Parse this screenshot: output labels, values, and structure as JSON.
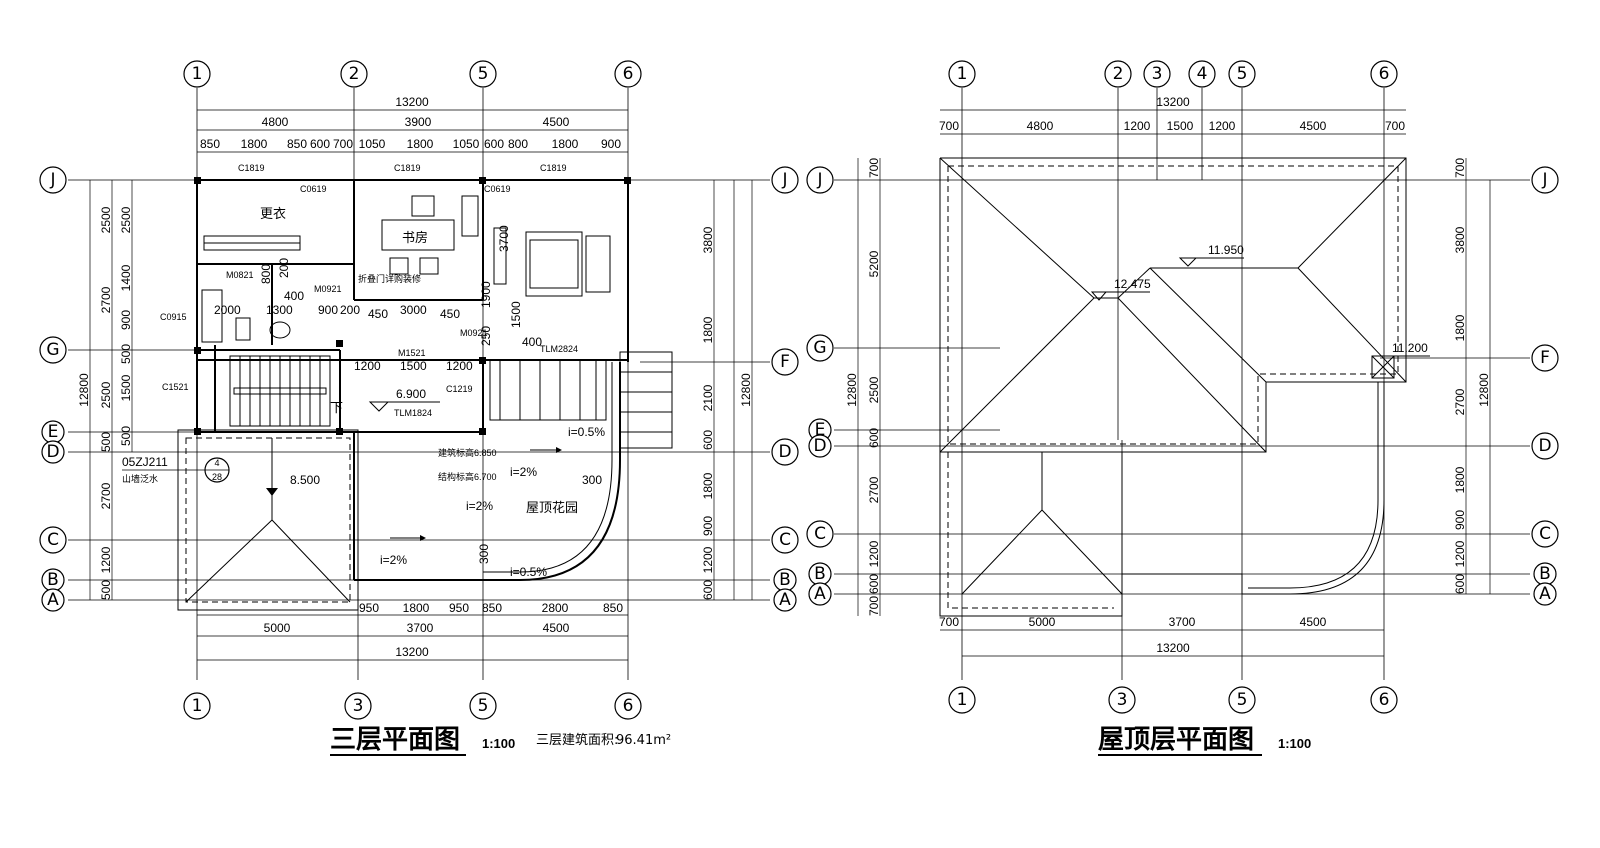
{
  "plans": {
    "third": {
      "title": "三层平面图",
      "scale": "1:100",
      "area_label": "三层建筑面积:",
      "area_value": "96.41m²",
      "grid_top": [
        "1",
        "2",
        "5",
        "6"
      ],
      "grid_bottom": [
        "1",
        "3",
        "5",
        "6"
      ],
      "grid_rows": [
        "J",
        "G",
        "E",
        "D",
        "C",
        "B",
        "A"
      ],
      "right_rows": [
        "J",
        "F",
        "D",
        "C",
        "B",
        "A"
      ],
      "total_width": "13200",
      "total_height": "12800",
      "top_dims_mid": [
        "4800",
        "3900",
        "4500"
      ],
      "top_dims_fine": [
        "850",
        "1800",
        "850",
        "600",
        "700",
        "1050",
        "1800",
        "1050",
        "600",
        "800",
        "1800",
        "900"
      ],
      "bottom_dims_fine": [
        "950",
        "1800",
        "950",
        "850",
        "2800",
        "850"
      ],
      "bottom_dims_mid": [
        "5000",
        "3700",
        "4500"
      ],
      "left_dims_outer": [
        "2500",
        "2700",
        "2500",
        "500",
        "2700",
        "1200",
        "500"
      ],
      "left_dims_inner": [
        "2500",
        "1400",
        "900",
        "500",
        "1500",
        "500"
      ],
      "right_dims_outer": [
        "3800",
        "1800",
        "2100",
        "600",
        "1800",
        "900",
        "1200",
        "600"
      ],
      "rooms": {
        "dressing": "更衣",
        "study": "书房",
        "garden": "屋顶花园"
      },
      "windows": [
        "C1819",
        "C1819",
        "C1819",
        "C0619",
        "C0619",
        "C0915",
        "C1521",
        "C1219"
      ],
      "doors": [
        "M0821",
        "M0921",
        "M0921",
        "M1521",
        "TLM2824",
        "TLM1824"
      ],
      "elevations": {
        "floor": "6.900",
        "roof_eave": "8.500",
        "arch_level": "建筑标高6.850",
        "struct_level": "结构标高6.700"
      },
      "slopes": [
        "i=2%",
        "i=2%",
        "i=2%",
        "i=0.5%",
        "i=0.5%"
      ],
      "notes": {
        "folding_door": "折叠门详购装修",
        "detail_ref": "05ZJ211",
        "detail_note": "山墙泛水",
        "detail_num": "4",
        "detail_sheet": "28",
        "down": "下"
      },
      "misc_dims": [
        "2000",
        "1300",
        "900",
        "200",
        "450",
        "3000",
        "450",
        "1200",
        "1500",
        "1200",
        "400",
        "800",
        "200",
        "3700",
        "1500",
        "300",
        "300",
        "400",
        "1900",
        "250"
      ]
    },
    "roof": {
      "title": "屋顶层平面图",
      "scale": "1:100",
      "grid_top": [
        "1",
        "2",
        "3",
        "4",
        "5",
        "6"
      ],
      "grid_bottom": [
        "1",
        "3",
        "5",
        "6"
      ],
      "grid_rows": [
        "J",
        "G",
        "E",
        "D",
        "C",
        "B",
        "A"
      ],
      "right_rows": [
        "J",
        "F",
        "D",
        "C",
        "B",
        "A"
      ],
      "total_width": "13200",
      "top_dims": [
        "700",
        "4800",
        "1200",
        "1500",
        "1200",
        "4500",
        "700"
      ],
      "bottom_dims": [
        "700",
        "5000",
        "3700",
        "4500"
      ],
      "left_dims": [
        "700",
        "5200",
        "2500",
        "600",
        "2700",
        "1200",
        "600",
        "700"
      ],
      "right_dims": [
        "700",
        "3800",
        "1800",
        "2700",
        "1800",
        "900",
        "1200",
        "600"
      ],
      "total_height": "12800",
      "elevations": [
        "11.950",
        "12.475",
        "11.200"
      ]
    }
  }
}
